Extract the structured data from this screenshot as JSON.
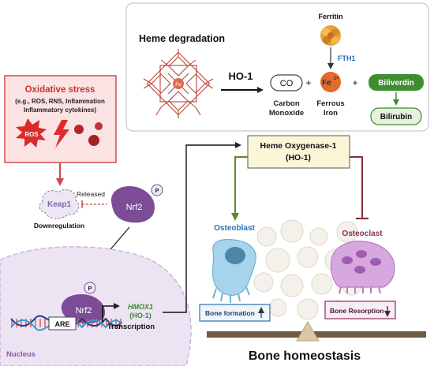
{
  "heme_panel": {
    "title": "Heme degradation",
    "fe_label": "Fe",
    "enzyme": "HO-1",
    "ferritin": "Ferritin",
    "fth1": "FTH1",
    "co": "CO",
    "co_name_1": "Carbon",
    "co_name_2": "Monoxide",
    "plus": "+",
    "fe2": "Fe",
    "fe2_sup": "2+",
    "fe_name_1": "Ferrous",
    "fe_name_2": "Iron",
    "biliverdin": "Biliverdin",
    "bilirubin": "Bilirubin"
  },
  "stress_box": {
    "title": "Oxidative stress",
    "line1": "(e.g., ROS, RNS, Inflammation",
    "line2": "Inflammatory cytokines)",
    "ros": "ROS"
  },
  "cell": {
    "keap1": "Keap1",
    "released": "Released",
    "nrf2": "Nrf2",
    "phospho": "P",
    "downregulation": "Downregulation",
    "nrf2_nuclear": "Nrf2",
    "phospho_nuclear": "P",
    "are": "ARE",
    "hmox1": "HMOX1",
    "ho1": "(HO-1)",
    "transcription": "Transcription",
    "nucleus": "Nucleus"
  },
  "bone": {
    "ho1_title_1": "Heme Oxygenase-1",
    "ho1_title_2": "(HO-1)",
    "osteoblast": "Osteoblast",
    "osteoclast": "Osteoclast",
    "bone_formation": "Bone formation",
    "bone_resorption": "Bone Resorption",
    "homeostasis": "Bone homeostasis"
  },
  "colors": {
    "stress_red": "#cc3333",
    "osteoblast_blue": "#2f6fb0",
    "osteoclast_purple": "#8a2f5a",
    "nrf2_purple": "#7d4c97",
    "biliverdin_green": "#3d8a2f",
    "ho1_box": "#fcf6d8"
  }
}
